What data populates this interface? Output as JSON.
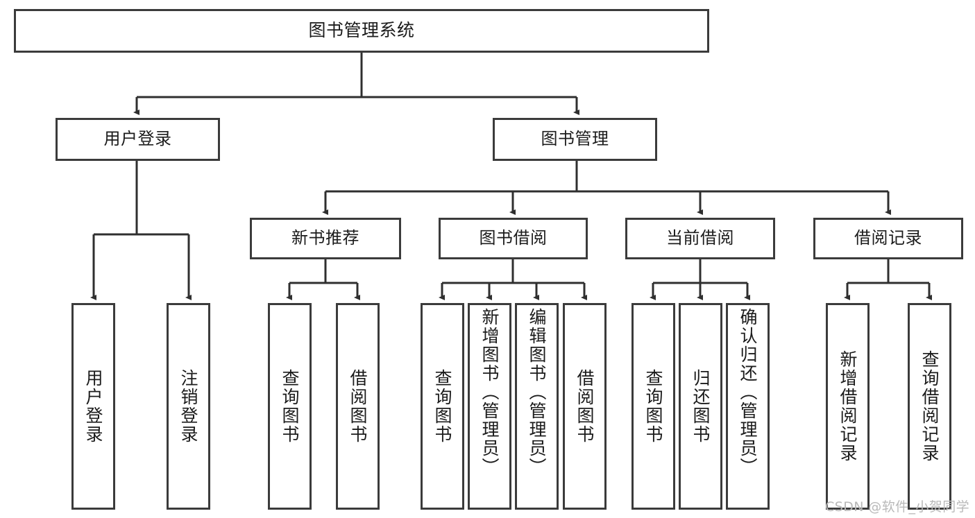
{
  "diagram": {
    "title": "图书管理系统",
    "type": "tree-hierarchy-diagram",
    "colors": {
      "box_border": "#3b3b3b",
      "box_fill": "#ffffff",
      "connector": "#2f2f2f",
      "text": "#1b1b1b",
      "watermark": "#b9b9b9",
      "background": "#ffffff"
    },
    "nodes": {
      "root": {
        "label": "图书管理系统"
      },
      "level2": [
        {
          "label": "用户登录"
        },
        {
          "label": "图书管理"
        }
      ],
      "level3": [
        {
          "label": "新书推荐"
        },
        {
          "label": "图书借阅"
        },
        {
          "label": "当前借阅"
        },
        {
          "label": "借阅记录"
        }
      ],
      "leaves": {
        "user_login": [
          {
            "label": "用户登录"
          },
          {
            "label": "注销登录"
          }
        ],
        "new_book_recommend": [
          {
            "label": "查询图书"
          },
          {
            "label": "借阅图书"
          }
        ],
        "book_borrow": [
          {
            "label": "查询图书"
          },
          {
            "label": "新增图书（管理员）"
          },
          {
            "label": "编辑图书（管理员）"
          },
          {
            "label": "借阅图书"
          }
        ],
        "current_borrow": [
          {
            "label": "查询图书"
          },
          {
            "label": "归还图书"
          },
          {
            "label": "确认归还（管理员）"
          }
        ],
        "borrow_record": [
          {
            "label": "新增借阅记录"
          },
          {
            "label": "查询借阅记录"
          }
        ]
      }
    },
    "watermark": "CSDN @软件_小贺同学"
  }
}
